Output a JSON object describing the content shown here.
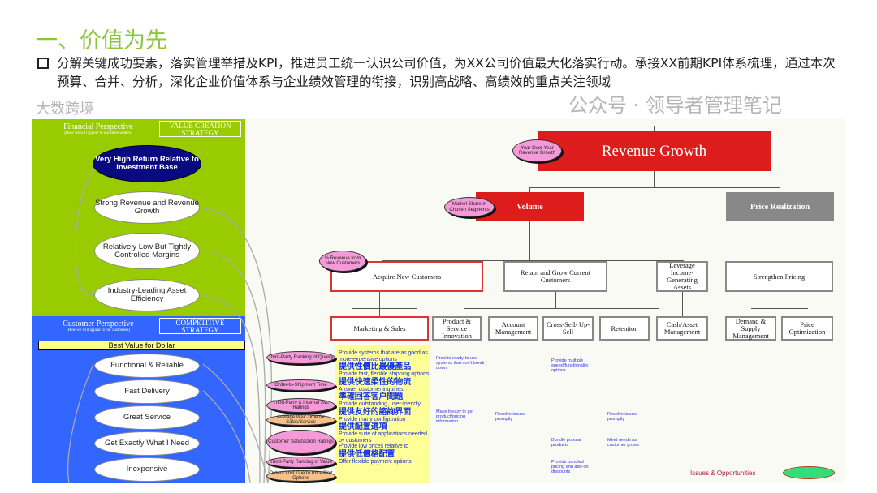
{
  "header": {
    "title": "一、价值为先",
    "description": "分解关键成功要素，落实管理举措及KPI，推进员工统一认识公司价值，为XX公司价值最大化落实行动。承接XX前期KPI体系梳理，通过本次预算、合并、分析，深化企业价值体系与企业绩效管理的衔接，识别高战略、高绩效的重点关注领域"
  },
  "financial": {
    "title": "Financial Perspective",
    "subtitle": "(How we will appear to our shareholders)",
    "strategy": "VALUE CREATION STRATEGY",
    "items": [
      "Very High Return Relative to Investment Base",
      "Strong Revenue and Revenue Growth",
      "Relatively Low But Tightly Controlled Margins",
      "Industry-Leading Asset Efficiency"
    ]
  },
  "customer": {
    "title": "Customer Perspective",
    "subtitle": "(How we will appear to our customers)",
    "strategy": "COMPETITIVE STRATEGY",
    "banner": "Best Value for Dollar",
    "items": [
      "Functional & Reliable",
      "Fast Delivery",
      "Great Service",
      "Get Exactly What I Need",
      "Inexpensive"
    ]
  },
  "tree": {
    "root": "Revenue Growth",
    "root_kpi": "Year Over Year Revenue Growth",
    "volume": "Volume",
    "volume_kpi": "Market Share in Chosen Segments",
    "price": "Price Realization",
    "level3": [
      "Acquire New Customers",
      "Retain and Grow Current Customers",
      "Leverage Income-Generating Assets",
      "Strengthen Pricing"
    ],
    "acquire_kpi": "% Revenue from New Customers",
    "level4": [
      "Marketing & Sales",
      "Product & Service Innovation",
      "Account Management",
      "Cross-Sell/ Up-Sell",
      "Retention",
      "Cash/Asset Management",
      "Demand & Supply Management",
      "Price Optimization"
    ]
  },
  "kpis": [
    "Third-Party Ranking of Quality",
    "Order-to-Shipment Time",
    "Third-Party & Internal Svc Ratings",
    "Average Wait Time for Sales/Service",
    "Customer Satisfaction Ratings",
    "Third-Party Ranking of Value",
    "Orders Lost Due to Price/Pmt Options"
  ],
  "actions": [
    {
      "en": "Provide systems that are as good as more expensive options",
      "cn": "提供性價比最優產品"
    },
    {
      "en": "Provide fast, flexible shipping options",
      "cn": "提供快速柔性的物流"
    },
    {
      "en": "Answer customer inquiries",
      "cn": "準確回答客户問題"
    },
    {
      "en": "Provide outstanding, user-friendly",
      "cn": "提供友好的諮詢界面"
    },
    {
      "en": "Provide many configuration",
      "cn": "提供配置選項"
    },
    {
      "en": "Provide suite of applications needed by customers",
      "cn": ""
    },
    {
      "en": "Provide low prices relative to",
      "cn": "提供低價格配置"
    },
    {
      "en": "Offer flexible payment options",
      "cn": ""
    }
  ],
  "notes": [
    "Provide ready-to-use systems that don't break down",
    "Provide multiple speed/functionality options",
    "Make it easy to get product/pricing information",
    "Resolve issues promptly",
    "Resolve issues promptly",
    "Bundle popular products",
    "Meet needs as customer grows",
    "Provide bundled pricing and add-on discounts"
  ],
  "legend": {
    "label": "Issues & Opportunities",
    "color": "#33dd77"
  },
  "watermarks": {
    "left": "大数跨境",
    "right": "公众号 · 领导者管理笔记"
  },
  "colors": {
    "title": "#8cc63f",
    "financial": "#99cc00",
    "customer": "#3366ff",
    "red": "#dd1c1c",
    "pink": "#f59ad8"
  }
}
